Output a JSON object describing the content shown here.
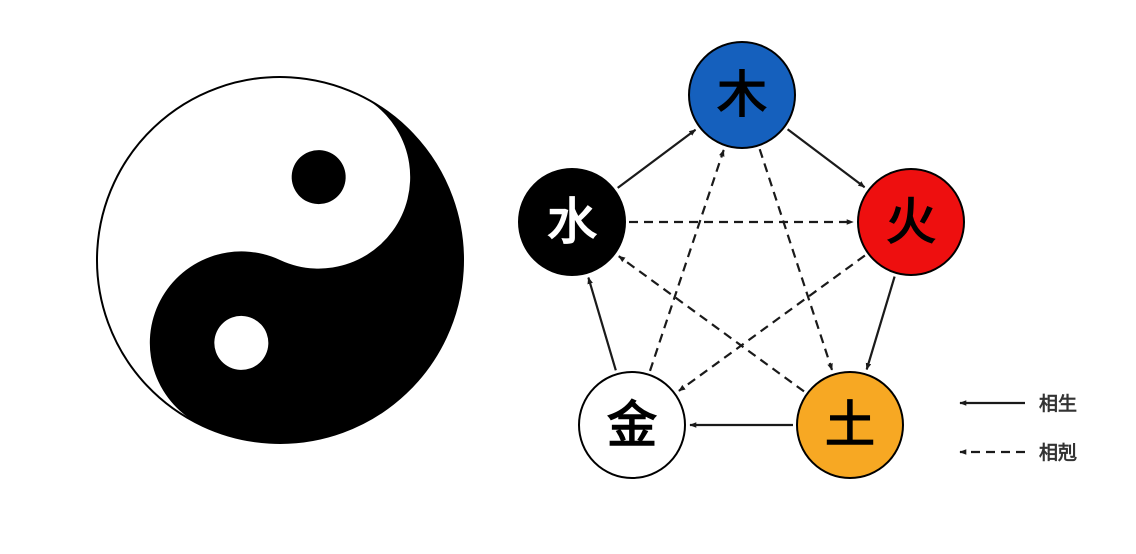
{
  "elements": {
    "wood": {
      "label": "木",
      "fill": "#1560bd",
      "text_color": "#000000"
    },
    "fire": {
      "label": "火",
      "fill": "#ee0f0f",
      "text_color": "#000000"
    },
    "earth": {
      "label": "土",
      "fill": "#f7a823",
      "text_color": "#000000"
    },
    "metal": {
      "label": "金",
      "fill": "#ffffff",
      "text_color": "#000000"
    },
    "water": {
      "label": "水",
      "fill": "#000000",
      "text_color": "#ffffff"
    }
  },
  "generating_cycle": [
    [
      "water",
      "wood"
    ],
    [
      "wood",
      "fire"
    ],
    [
      "fire",
      "earth"
    ],
    [
      "earth",
      "metal"
    ],
    [
      "metal",
      "water"
    ]
  ],
  "controlling_cycle": [
    [
      "wood",
      "earth"
    ],
    [
      "earth",
      "water"
    ],
    [
      "water",
      "fire"
    ],
    [
      "fire",
      "metal"
    ],
    [
      "metal",
      "wood"
    ]
  ],
  "legend": {
    "generating_label": "相生",
    "controlling_label": "相剋"
  },
  "colors": {
    "yin": "#000000",
    "yang": "#ffffff",
    "arrow": "#1a1a1a"
  }
}
